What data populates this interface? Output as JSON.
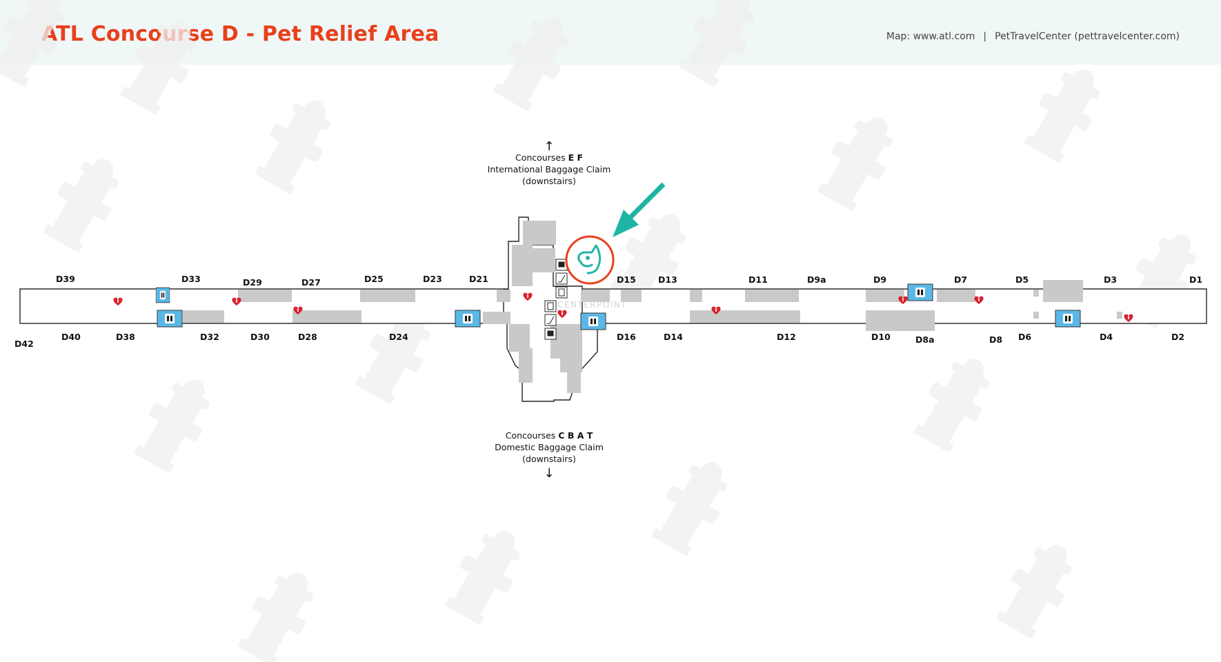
{
  "header": {
    "title": "ATL Concourse D - Pet Relief Area",
    "credit_map": "Map: www.atl.com",
    "separator": "|",
    "credit_source": "PetTravelCenter (pettravelcenter.com)"
  },
  "colors": {
    "title": "#e8401c",
    "header_bg": "#f0f7f7",
    "restroom": "#5bb8e6",
    "store": "#c9c9c9",
    "pet_icon": "#1fb5a6",
    "pet_circle": "#e8401c",
    "arrow": "#1fb5a6",
    "aed": "#d9232e",
    "watermark": "#ececec"
  },
  "gates_top": [
    "D39",
    "D33",
    "D29",
    "D27",
    "D25",
    "D23",
    "D21",
    "D15",
    "D13",
    "D11",
    "D9a",
    "D9",
    "D7",
    "D5",
    "D3",
    "D1"
  ],
  "gates_bottom": [
    "D42",
    "D40",
    "D38",
    "D32",
    "D30",
    "D28",
    "D24",
    "D16",
    "D14",
    "D12",
    "D10",
    "D8a",
    "D8",
    "D6",
    "D4",
    "D2"
  ],
  "north": {
    "line1_prefix": "Concourses ",
    "line1_bold": "E F",
    "line2": "International Baggage Claim",
    "line3": "(downstairs)",
    "arrow": "↑"
  },
  "south": {
    "line1_prefix": "Concourses ",
    "line1_bold": "C B A T",
    "line2": "Domestic Baggage Claim",
    "line3": "(downstairs)",
    "arrow": "↓"
  },
  "centerpoint_label": "CENTERPOINT",
  "icons": {
    "pet_relief": "dog-head-icon",
    "restroom": "restroom-icon",
    "aed": "heart-aed-icon",
    "train": "train-icon",
    "escalator": "escalator-icon",
    "elevator": "elevator-icon",
    "watermark": "fire-hydrant-icon",
    "pointer": "arrow-icon"
  }
}
